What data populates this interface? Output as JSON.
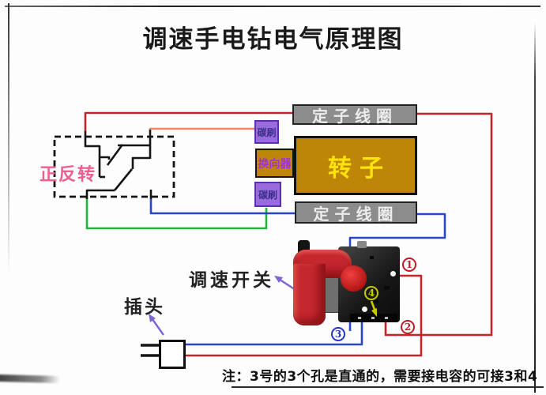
{
  "title": "调速手电钻电气原理图",
  "note": "注：3号的3个孔是直通的，需要接电容的可接3和4",
  "components": {
    "forward_reverse_label": "正反转",
    "stator_top": "定子线圈",
    "stator_bottom": "定子线圈",
    "rotor": "转子",
    "commutator": "换向器",
    "brush_top": "碳刷",
    "brush_bottom": "碳刷",
    "speed_switch_label": "调速开关",
    "plug_label": "插头"
  },
  "terminals": {
    "t1": "1",
    "t2": "2",
    "t3": "3",
    "t4": "4"
  },
  "colors": {
    "wire_red": "#c3242b",
    "wire_blue": "#2947c8",
    "wire_green": "#25b33c",
    "wire_orange": "#ef8660",
    "arrow_purple": "#7e64d2",
    "label_pink": "#ee5f8d",
    "terminal_red": "#c01a24",
    "terminal_blue": "#2334c4",
    "terminal_yellow": "#c9c900",
    "box_gray": "#8c8c8c",
    "box_gold": "#bd8606",
    "box_purple": "#9a6bdc"
  }
}
